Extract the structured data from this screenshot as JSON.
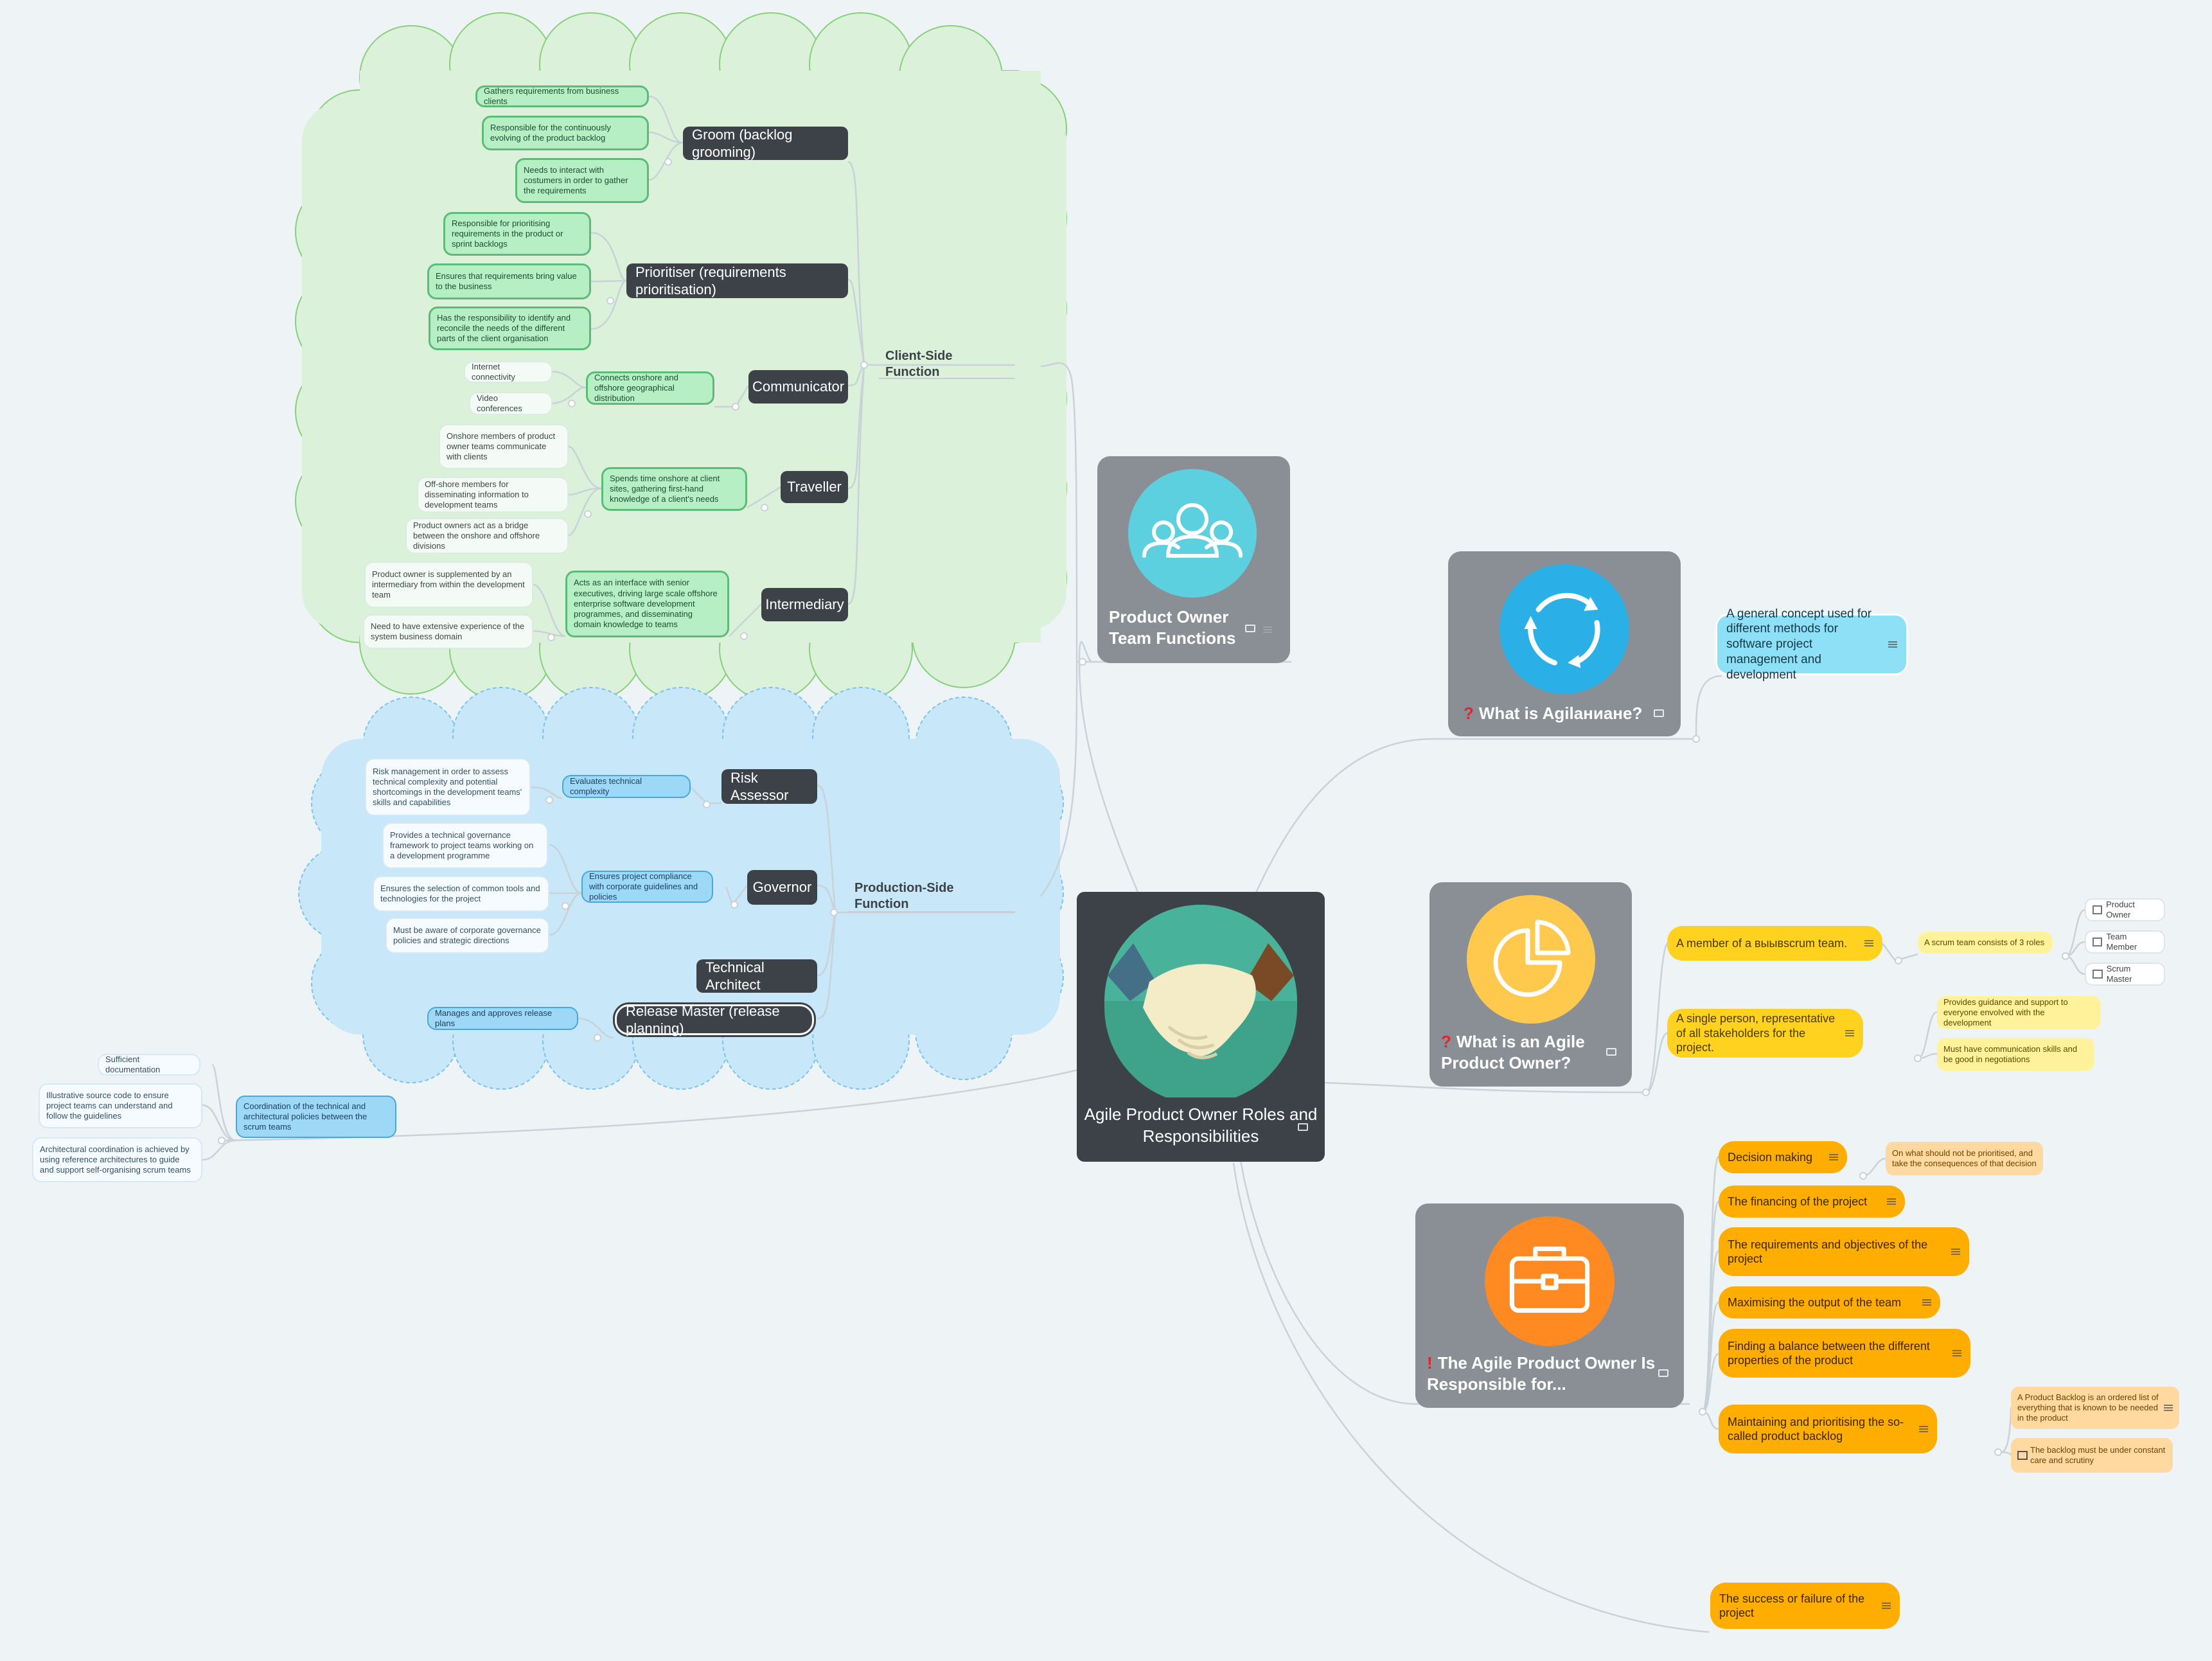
{
  "central": {
    "title": "Agile Product Owner Roles and Responsibilities"
  },
  "hubs": {
    "team_functions": "Product Owner Team Functions",
    "what_is_agile": "What is Agilaниане?",
    "what_is_po": "What is an Agile Product Owner?",
    "responsible_for": "The Agile Product Owner Is Responsible for...",
    "q_mark": "?",
    "excl_mark": "!"
  },
  "client_side": {
    "label": "Client-Side Function",
    "groom": {
      "label": "Groom (backlog grooming)",
      "items": [
        "Gathers requirements from business clients",
        "Responsible for the continuously evolving of the product backlog",
        "Needs to interact with costumers in order to gather the requirements"
      ]
    },
    "prioritiser": {
      "label": "Prioritiser (requirements prioritisation)",
      "items": [
        "Responsible for prioritising requirements in the product or sprint backlogs",
        "Ensures that requirements bring value to the business",
        "Has the responsibility to identify and reconcile the needs of the different parts of the client organisation"
      ]
    },
    "communicator": {
      "label": "Communicator",
      "item": "Connects onshore and offshore geographical distribution",
      "sub": [
        "Internet connectivity",
        "Video conferences"
      ]
    },
    "traveller": {
      "label": "Traveller",
      "item": "Spends time onshore at client sites, gathering first-hand knowledge of a client's needs",
      "sub": [
        "Onshore members of product owner teams communicate with clients",
        "Off-shore members for disseminating information to development teams",
        "Product owners act as a bridge between the onshore and offshore divisions"
      ]
    },
    "intermediary": {
      "label": "Intermediary",
      "item": "Acts as an interface with senior executives, driving large scale offshore enterprise software development programmes, and disseminating domain knowledge to teams",
      "sub": [
        "Product owner is supplemented by an intermediary from within the development team",
        "Need to have extensive experience of the system business domain"
      ]
    }
  },
  "production_side": {
    "label": "Production-Side Function",
    "risk": {
      "label": "Risk Assessor",
      "item": "Evaluates technical complexity",
      "sub": [
        "Risk management in order to assess technical complexity and potential shortcomings in the development teams' skills and capabilities"
      ]
    },
    "governor": {
      "label": "Governor",
      "item": "Ensures project compliance with corporate guidelines and policies",
      "sub": [
        "Provides a technical governance framework to project teams working on a development programme",
        "Ensures the selection of common tools and technologies for the project",
        "Must be aware of corporate governance policies and strategic directions"
      ]
    },
    "architect": {
      "label": "Technical Architect"
    },
    "release": {
      "label": "Release Master (release planning)",
      "item": "Manages and approves release plans"
    }
  },
  "architect_detail": {
    "item": "Coordination of the technical and architectural policies between the scrum teams",
    "sub": [
      "Sufficient documentation",
      "Illustrative source code to ensure project teams can understand and follow the guidelines",
      "Architectural coordination is achieved by using reference architectures to guide and support self-organising scrum teams"
    ]
  },
  "agile_def": "A general concept used for different methods for software project management and development",
  "po_def": {
    "member": "A member of a выывscrum team.",
    "scrum_roles": "A scrum team consists of 3 roles",
    "roles": [
      "Product Owner",
      "Team Member",
      "Scrum Master"
    ],
    "single": "A single person, representative of all stakeholders for the project.",
    "single_sub": [
      "Provides guidance and support to everyone envolved with the development",
      "Must have communication skills and be good in negotiations"
    ]
  },
  "responsibilities": {
    "items": [
      "Decision making",
      "The financing of the project",
      "The requirements and objectives of the project",
      "Maximising the output of the team",
      "Finding a balance between the different properties of the product",
      "Maintaining and prioritising the so-called product backlog"
    ],
    "decision_note": "On what should not be prioritised, and take the consequences of that decision",
    "backlog_sub": [
      "A Product Backlog is an ordered list of everything that is known to be needed in the product",
      "The backlog must be under constant care and scrutiny"
    ],
    "success": "The success or failure of the project"
  },
  "colors": {
    "background": "#eef3f6",
    "client_cloud": "#dcf1da",
    "production_cloud": "#c8e7f8",
    "hub": "#8a8f96",
    "central": "#3d4249"
  }
}
